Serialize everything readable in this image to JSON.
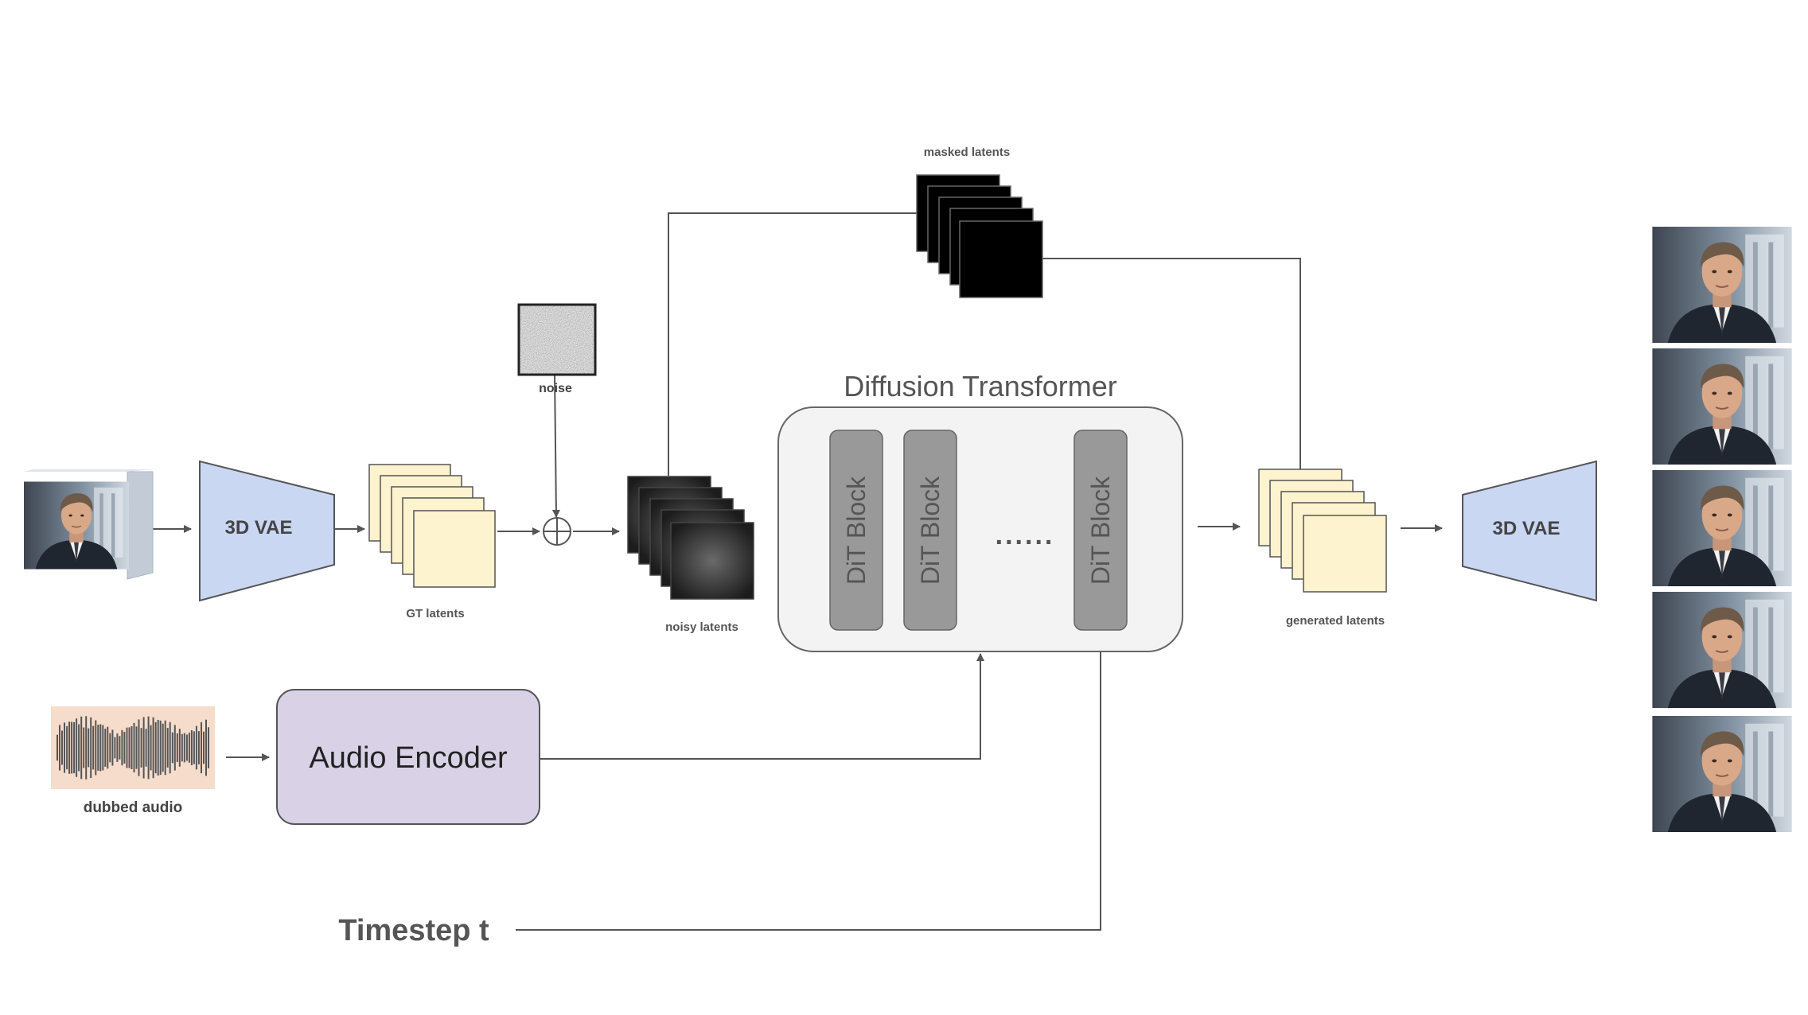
{
  "labels": {
    "masked_latents": "masked latents",
    "noise": "noise",
    "diffusion_transformer": "Diffusion Transformer",
    "vae_left": "3D VAE",
    "vae_right": "3D VAE",
    "gt_latents": "GT latents",
    "noisy_latents": "noisy latents",
    "generated_latents": "generated latents",
    "dit_block_1": "DiT Block",
    "dit_block_2": "DiT Block",
    "dit_block_3": "DiT Block",
    "ellipsis": "......",
    "audio_encoder": "Audio Encoder",
    "dubbed_audio": "dubbed audio",
    "timestep": "Timestep t"
  },
  "colors": {
    "vae": "#c9d7f3",
    "latent": "#fdf3cf",
    "audio_encoder": "#d9d2e7",
    "dit_container": "#f3f3f3",
    "dit_block": "#999999",
    "audio_bg": "#f6dccb",
    "line": "#555555"
  },
  "icons": {
    "input_video": "face-video-icon",
    "output_frames": "face-frame-icon",
    "waveform": "waveform-icon",
    "noise": "noise-texture-icon",
    "add": "plus-circle-icon"
  }
}
